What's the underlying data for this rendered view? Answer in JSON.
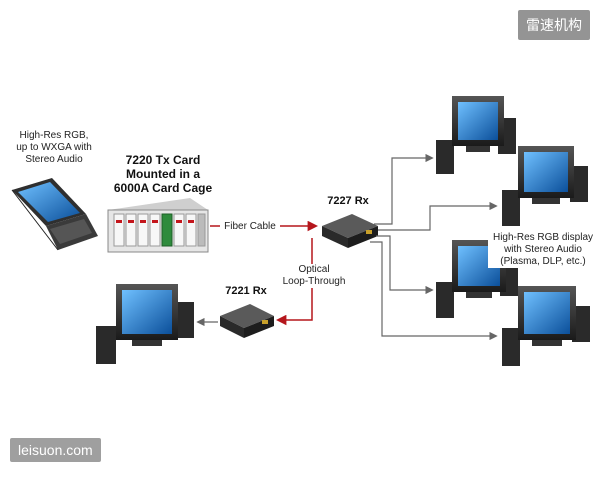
{
  "watermark": {
    "top_right": "雷速机构",
    "bottom_left": "leisuon.com"
  },
  "labels": {
    "source": [
      "High-Res RGB,",
      "up to WXGA with",
      "Stereo Audio"
    ],
    "tx_card": [
      "7220 Tx Card",
      "Mounted in a",
      "6000A Card Cage"
    ],
    "fiber_cable": "Fiber Cable",
    "rx_7227": "7227 Rx",
    "rx_7221": "7221 Rx",
    "loop_through": [
      "Optical",
      "Loop-Through"
    ],
    "display": [
      "High-Res RGB display",
      "with Stereo Audio",
      "(Plasma, DLP, etc.)"
    ]
  },
  "colors": {
    "fiber": "#b5161c",
    "copper": "#666666",
    "screen": "#1e7fd0",
    "device": "#2b2b2b"
  }
}
